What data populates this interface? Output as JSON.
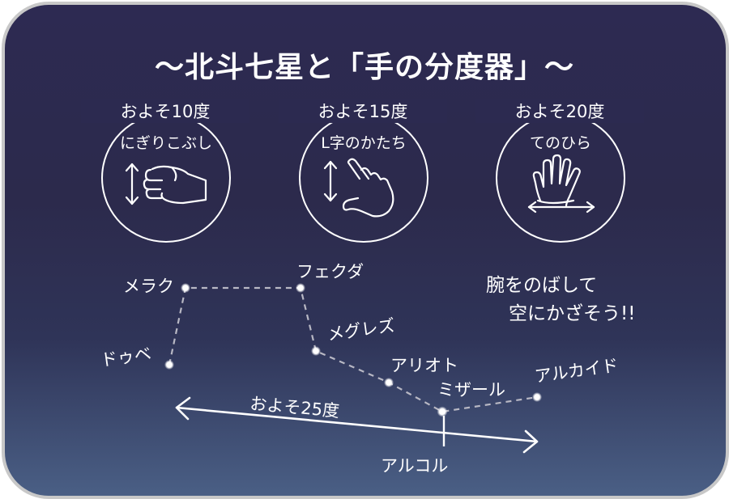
{
  "title": "～北斗七星と「手の分度器」～",
  "hand_gauges": [
    {
      "angle": "およそ10度",
      "gesture": "にぎりこぶし",
      "icon": "fist-icon"
    },
    {
      "angle": "およそ15度",
      "gesture": "L字のかたち",
      "icon": "l-shape-hand-icon"
    },
    {
      "angle": "およそ20度",
      "gesture": "てのひら",
      "icon": "open-palm-icon"
    }
  ],
  "stars": [
    "メラク",
    "フェクダ",
    "ドゥベ",
    "メグレズ",
    "アリオト",
    "ミザール",
    "アルカイド",
    "アルコル"
  ],
  "span_label": "およそ25度",
  "note": {
    "line1": "腕をのばして",
    "line2": "空にかざそう!!"
  },
  "colors": {
    "background_top": "#2d2a52",
    "background_bottom": "#4a5f85",
    "frame": "#c8c8c8",
    "line": "#ffffff",
    "dash": "#b8b8c4"
  }
}
